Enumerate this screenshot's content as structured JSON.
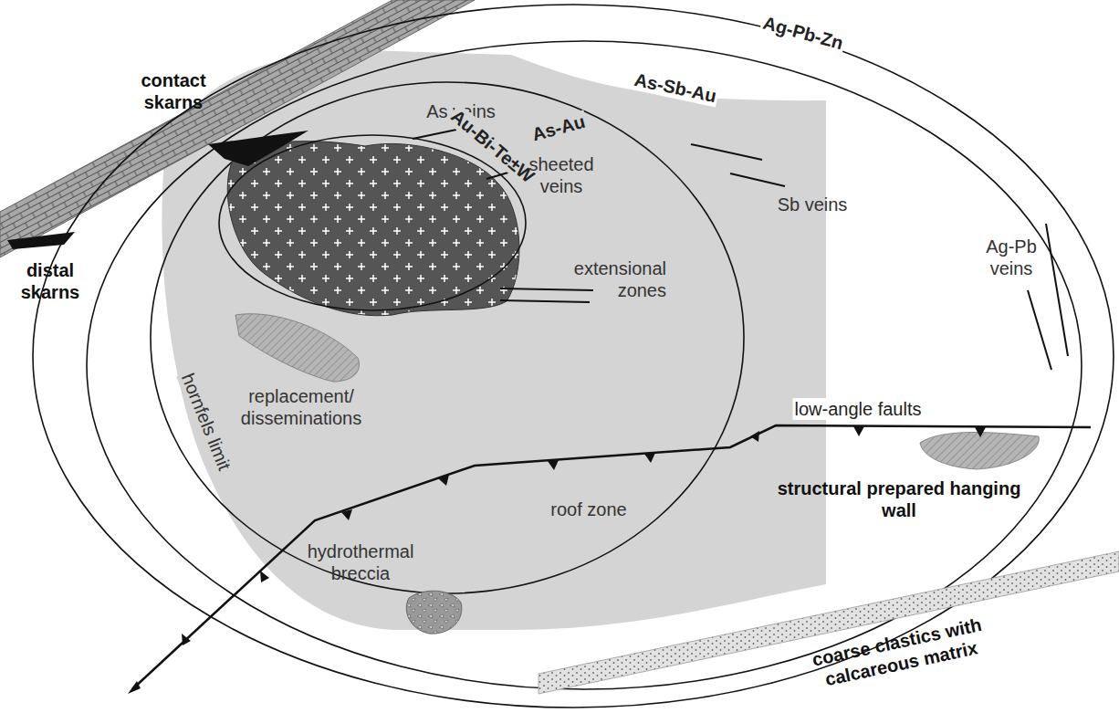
{
  "diagram": {
    "labels": [
      "contact skarns",
      "distal skarns",
      "As veins",
      "As-Au",
      "Au-Bi-Te±W",
      "sheeted veins",
      "extensional zones",
      "replacement/ disseminations",
      "hornfels limit",
      "roof zone",
      "hydrothermal breccia",
      "low-angle faults",
      "structural prepared hanging wall",
      "coarse clastics with calcareous matrix",
      "Sb veins",
      "Ag-Pb veins",
      "As-Sb-Au",
      "Ag-Pb-Zn"
    ]
  }
}
